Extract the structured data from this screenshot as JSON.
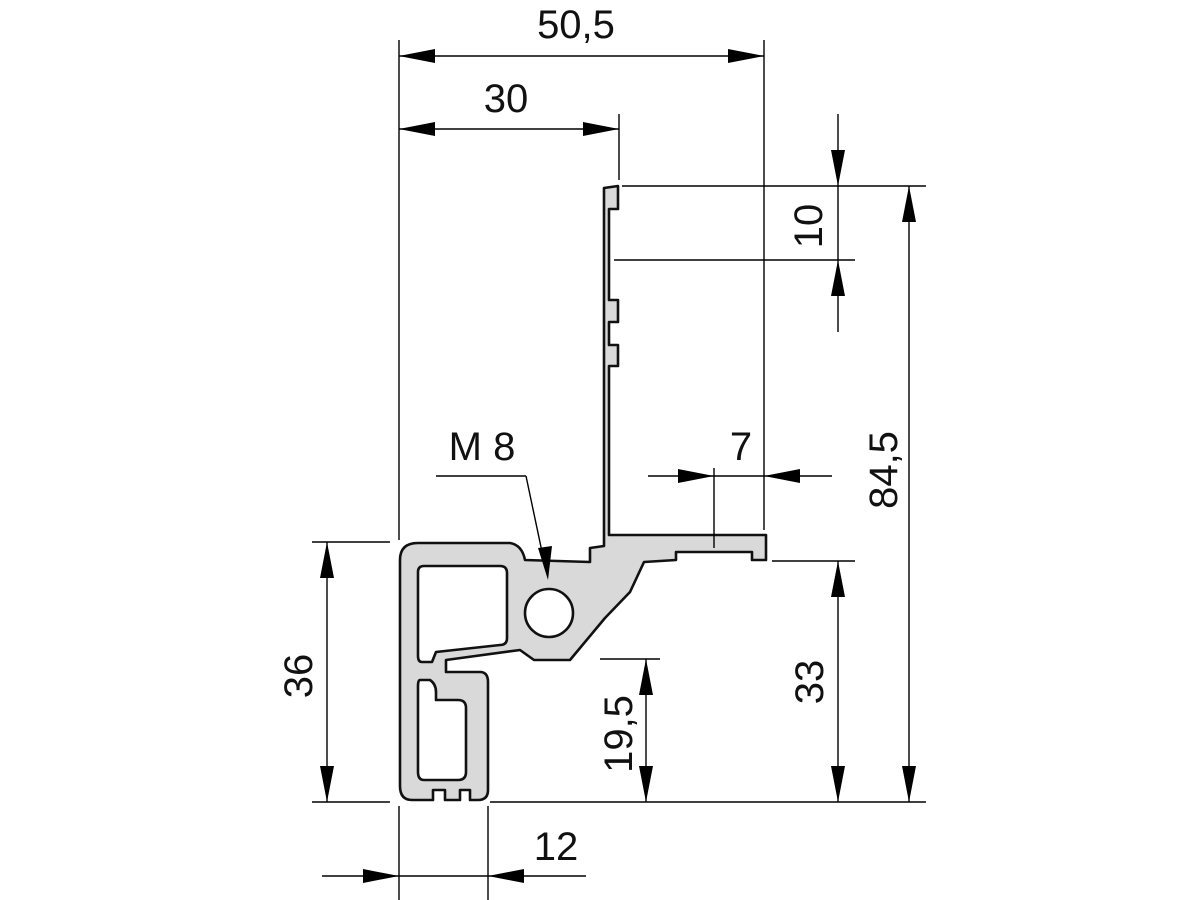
{
  "dimensions": {
    "overall_width": "50,5",
    "web_offset": "30",
    "top_slot": "10",
    "flange_step": "7",
    "overall_height": "84,5",
    "thread_label": "M 8",
    "base_height": "36",
    "flange_height": "33",
    "inner_height": "19,5",
    "foot_width": "12"
  },
  "colors": {
    "profile_fill": "#d9d9d9",
    "outline": "#111111",
    "background": "#ffffff"
  }
}
